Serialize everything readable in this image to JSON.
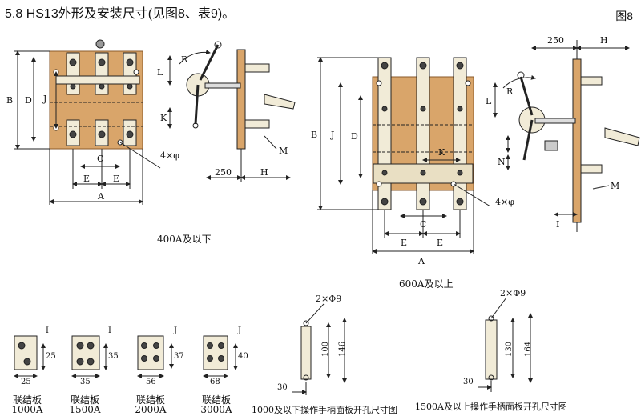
{
  "title": "5.8 HS13外形及安装尺寸(见图8、表9)。",
  "figure_label": "图8",
  "colors": {
    "plate": "#d9a56a",
    "plate_dark": "#b07a42",
    "bar": "#f1ebd7",
    "line": "#222"
  },
  "left_view": {
    "caption": "400A及以下",
    "dim_B": "B",
    "dim_D": "D",
    "dim_J": "J",
    "dim_C": "C",
    "dim_E1": "E",
    "dim_E2": "E",
    "dim_A": "A",
    "hole_label": "4×φ",
    "dim_L": "L",
    "dim_R": "R",
    "dim_K": "K",
    "dim_250": "250",
    "dim_H": "H",
    "dim_M": "M"
  },
  "right_view": {
    "caption": "600A及以上",
    "dim_B": "B",
    "dim_J": "J",
    "dim_D": "D",
    "dim_K": "K",
    "dim_C": "C",
    "dim_E1": "E",
    "dim_E2": "E",
    "dim_A": "A",
    "hole_label": "4×φ",
    "dim_250": "250",
    "dim_H": "H",
    "dim_L": "L",
    "dim_R": "R",
    "dim_N": "N",
    "dim_M": "M",
    "dim_I": "I"
  },
  "connectors": [
    {
      "name": "联结板",
      "rating": "1000A",
      "w": "25",
      "h": "25",
      "top": "I"
    },
    {
      "name": "联结板",
      "rating": "1500A",
      "w": "35",
      "h": "35",
      "top": "I"
    },
    {
      "name": "联结板",
      "rating": "2000A",
      "w": "56",
      "h": "37",
      "top": "J"
    },
    {
      "name": "联结板",
      "rating": "3000A",
      "w": "68",
      "h": "40",
      "top": "J"
    }
  ],
  "cutout_small": {
    "caption": "1000及以下操作手柄面板开孔尺寸图",
    "hole": "2×Φ9",
    "d1": "100",
    "d2": "146",
    "d3": "30"
  },
  "cutout_large": {
    "caption": "1500A及以上操作手柄面板开孔尺寸图",
    "hole": "2×Φ9",
    "d1": "130",
    "d2": "164",
    "d3": "30"
  }
}
